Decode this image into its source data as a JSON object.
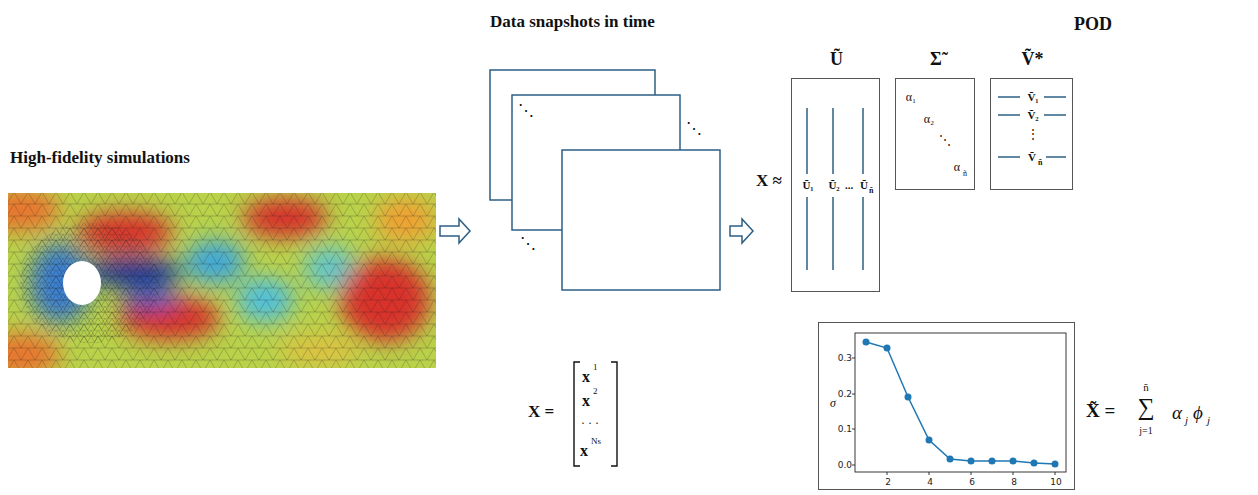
{
  "diagram": {
    "nodes": [
      {
        "text": [
          "High-fidelity simulations"
        ]
      },
      {
        "text": [
          "Data snapshots in time",
          "⋱",
          "⋱",
          "⋱"
        ]
      },
      {
        "text": [
          "Ũ",
          "Ũ₁",
          "Ũ₂",
          "...",
          "Ũ",
          "ñ"
        ]
      },
      {
        "text": [
          "Σ̃",
          "α₁",
          "α₂",
          "⋱",
          "α",
          "ñ"
        ]
      },
      {
        "text": [
          "Ṽ*",
          "Ṽ₁",
          "Ṽ₂",
          "⋮",
          "Ṽ",
          "ñ"
        ]
      },
      {
        "text": [
          "σ",
          "0.0",
          "0.1",
          "0.2",
          "0.3",
          "2",
          "4",
          "6",
          "8",
          "10"
        ]
      }
    ],
    "edges": [
      {
        "from": 0,
        "to": 1,
        "arrow": "to"
      }
    ],
    "labels": [
      "X =",
      "x",
      "1",
      "x",
      "2",
      "· · ·",
      "x",
      "Ns",
      "POD",
      "X ≈",
      "X̃ =",
      "ñ",
      "∑",
      "j=1",
      "α",
      "j",
      "ϕ",
      "j"
    ]
  }
}
